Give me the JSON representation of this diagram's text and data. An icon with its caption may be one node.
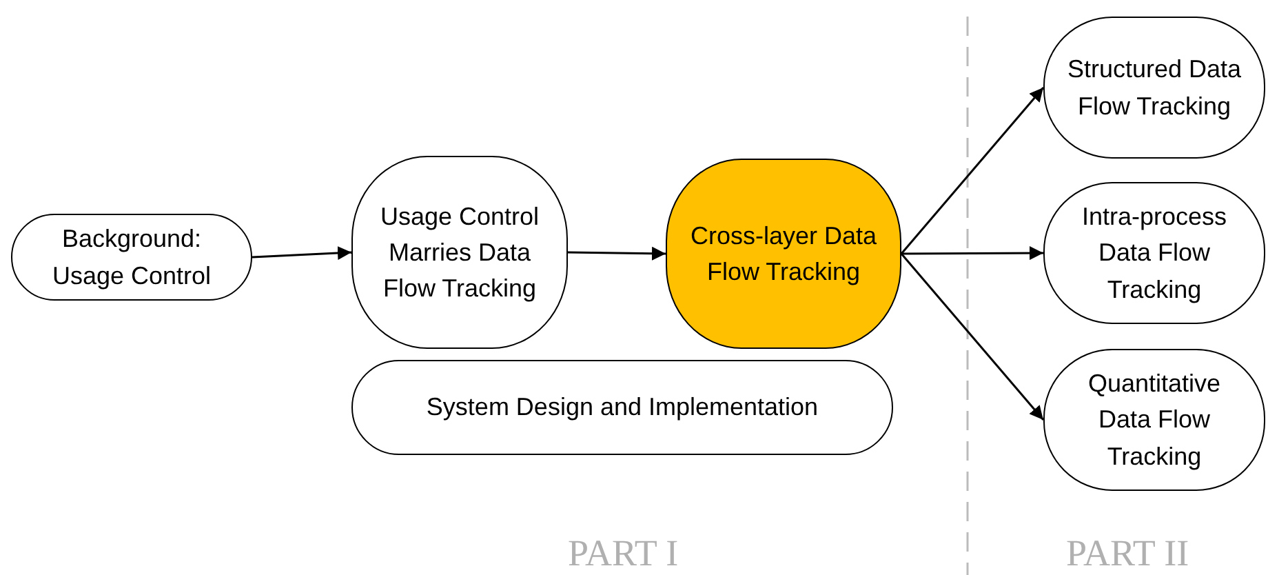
{
  "diagram": {
    "nodes": [
      {
        "text": [
          "Background: Usage Control"
        ]
      },
      {
        "text": [
          "Usage Control Marries Data Flow Tracking"
        ]
      },
      {
        "text": [
          "Cross-layer Data Flow Tracking"
        ]
      },
      {
        "text": [
          "System Design and Implementation"
        ]
      },
      {
        "text": [
          "Structured Data Flow Tracking"
        ]
      },
      {
        "text": [
          "Intra-process Data Flow Tracking"
        ]
      },
      {
        "text": [
          "Quantitative Data Flow Tracking"
        ]
      }
    ],
    "edges": [
      {
        "from": 0,
        "to": 1,
        "arrow": "to"
      },
      {
        "from": 1,
        "to": 2,
        "arrow": "to"
      },
      {
        "from": 2,
        "to": 4,
        "arrow": "to"
      },
      {
        "from": 2,
        "to": 5,
        "arrow": "to"
      },
      {
        "from": 2,
        "to": 6,
        "arrow": "to"
      }
    ],
    "labels": [
      "PART I",
      "PART II"
    ]
  }
}
